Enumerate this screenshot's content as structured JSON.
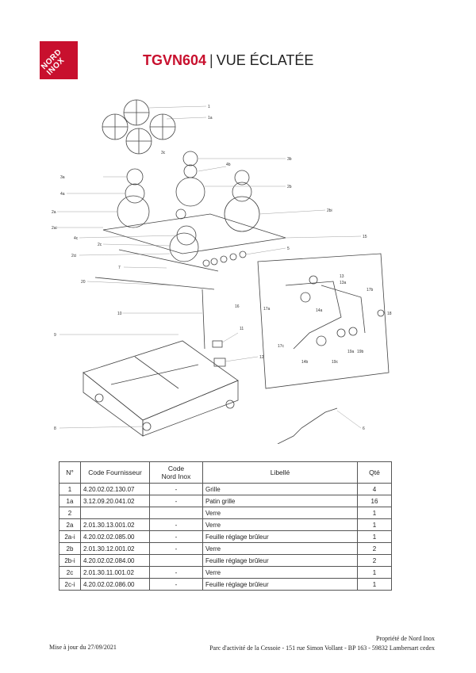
{
  "header": {
    "logo_line1": "NORD",
    "logo_line2": "INOX",
    "model": "TGVN604",
    "separator": "|",
    "subtitle": "VUE ÉCLATÉE"
  },
  "colors": {
    "brand": "#c8102e",
    "text": "#222222",
    "line": "#555555"
  },
  "diagram": {
    "labels": [
      "1",
      "1a",
      "3c",
      "3b",
      "4b",
      "3a",
      "2b",
      "4a",
      "2bi",
      "2a",
      "2ai",
      "15",
      "4c",
      "2c",
      "5",
      "2ci",
      "7",
      "20",
      "13",
      "13a",
      "17b",
      "16",
      "17a",
      "14a",
      "18",
      "10",
      "11",
      "9",
      "17c",
      "19a",
      "14b",
      "19c",
      "19b",
      "12",
      "8",
      "6"
    ]
  },
  "table": {
    "headers": {
      "num": "N°",
      "code": "Code Fournisseur",
      "nord_line1": "Code",
      "nord_line2": "Nord Inox",
      "libelle": "Libellé",
      "qte": "Qté"
    },
    "rows": [
      {
        "num": "1",
        "code": "4.20.02.02.130.07",
        "nord": "-",
        "libelle": "Grille",
        "qte": "4"
      },
      {
        "num": "1a",
        "code": "3.12.09.20.041.02",
        "nord": "-",
        "libelle": "Patin grille",
        "qte": "16"
      },
      {
        "num": "2",
        "code": "",
        "nord": "",
        "libelle": "Verre",
        "qte": "1"
      },
      {
        "num": "2a",
        "code": "2.01.30.13.001.02",
        "nord": "-",
        "libelle": "Verre",
        "qte": "1"
      },
      {
        "num": "2a-i",
        "code": "4.20.02.02.085.00",
        "nord": "-",
        "libelle": "Feuille réglage brûleur",
        "qte": "1"
      },
      {
        "num": "2b",
        "code": "2.01.30.12.001.02",
        "nord": "-",
        "libelle": "Verre",
        "qte": "2"
      },
      {
        "num": "2b-i",
        "code": "4.20.02.02.084.00",
        "nord": "",
        "libelle": "Feuille réglage brûleur",
        "qte": "2"
      },
      {
        "num": "2c",
        "code": "2.01.30.11.001.02",
        "nord": "-",
        "libelle": "Verre",
        "qte": "1"
      },
      {
        "num": "2c-i",
        "code": "4.20.02.02.086.00",
        "nord": "-",
        "libelle": "Feuille réglage brûleur",
        "qte": "1"
      }
    ]
  },
  "footer": {
    "update": "Mise à jour du 27/09/2021",
    "owner": "Propriété de Nord Inox",
    "address": "Parc d'activité de la Cessoie - 151 rue Simon Vollant - BP 163 - 59832 Lambersart cedex"
  }
}
